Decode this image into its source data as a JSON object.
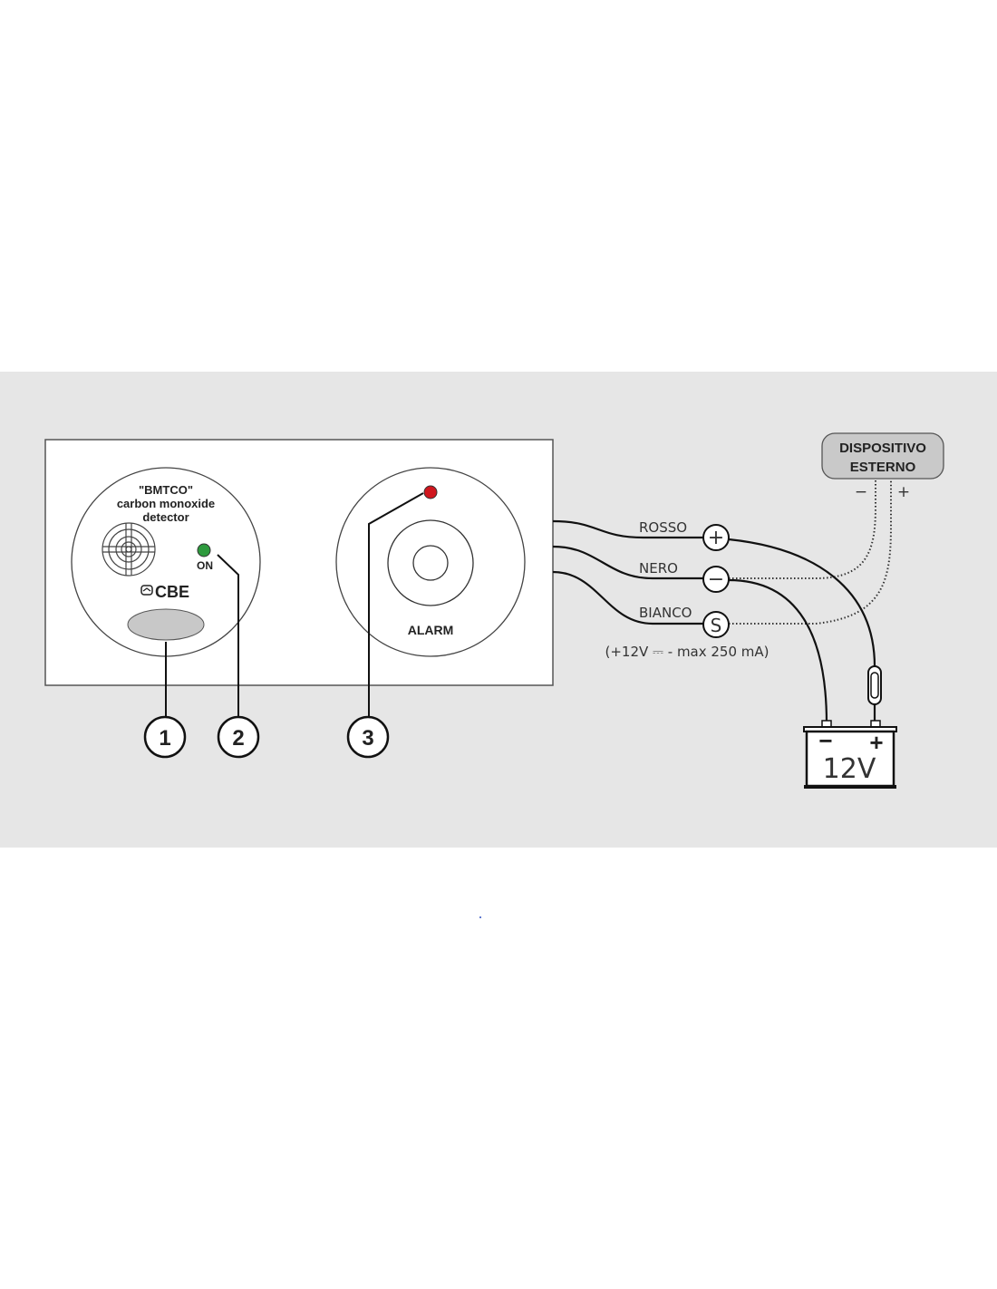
{
  "detector": {
    "title": "\"BMTCO\"",
    "subtitle_1": "carbon monoxide",
    "subtitle_2": "detector",
    "led_label": "ON",
    "brand": "CBE",
    "led_color": "#2e9a3e"
  },
  "alarm": {
    "label": "ALARM",
    "led_color": "#d0161e"
  },
  "callouts": [
    "1",
    "2",
    "3"
  ],
  "wires": [
    {
      "label": "ROSSO",
      "terminal": "+"
    },
    {
      "label": "NERO",
      "terminal": "−"
    },
    {
      "label": "BIANCO",
      "terminal": "S"
    }
  ],
  "output_note": "(+12V ⎓ - max 250 mA)",
  "external_device": {
    "line1": "DISPOSITIVO",
    "line2": "ESTERNO",
    "minus": "−",
    "plus": "+"
  },
  "battery": {
    "label": "12V",
    "minus": "−",
    "plus": "+"
  },
  "colors": {
    "panel": "#e6e6e6",
    "device_box": "#c9c9c9"
  }
}
